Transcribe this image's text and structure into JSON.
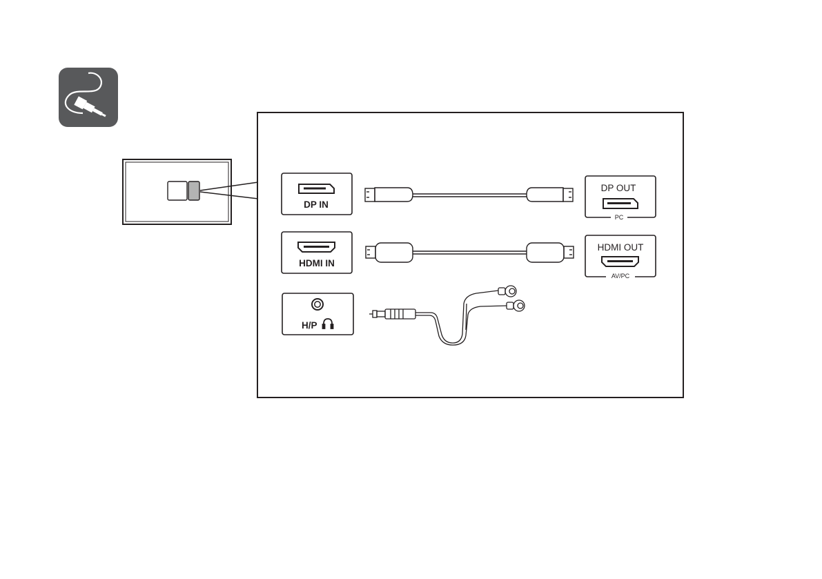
{
  "ports": {
    "dp_in": "DP IN",
    "hdmi_in": "HDMI IN",
    "hp": "H/P",
    "dp_out": "DP OUT",
    "dp_out_sub": "PC",
    "hdmi_out": "HDMI OUT",
    "hdmi_out_sub": "AV/PC"
  },
  "icons": {
    "badge": "cable-connection-icon",
    "headphone": "headphone-icon"
  },
  "colors": {
    "badge_bg": "#58595b",
    "line": "#231f20",
    "port_fill": "#b3b3b3"
  }
}
